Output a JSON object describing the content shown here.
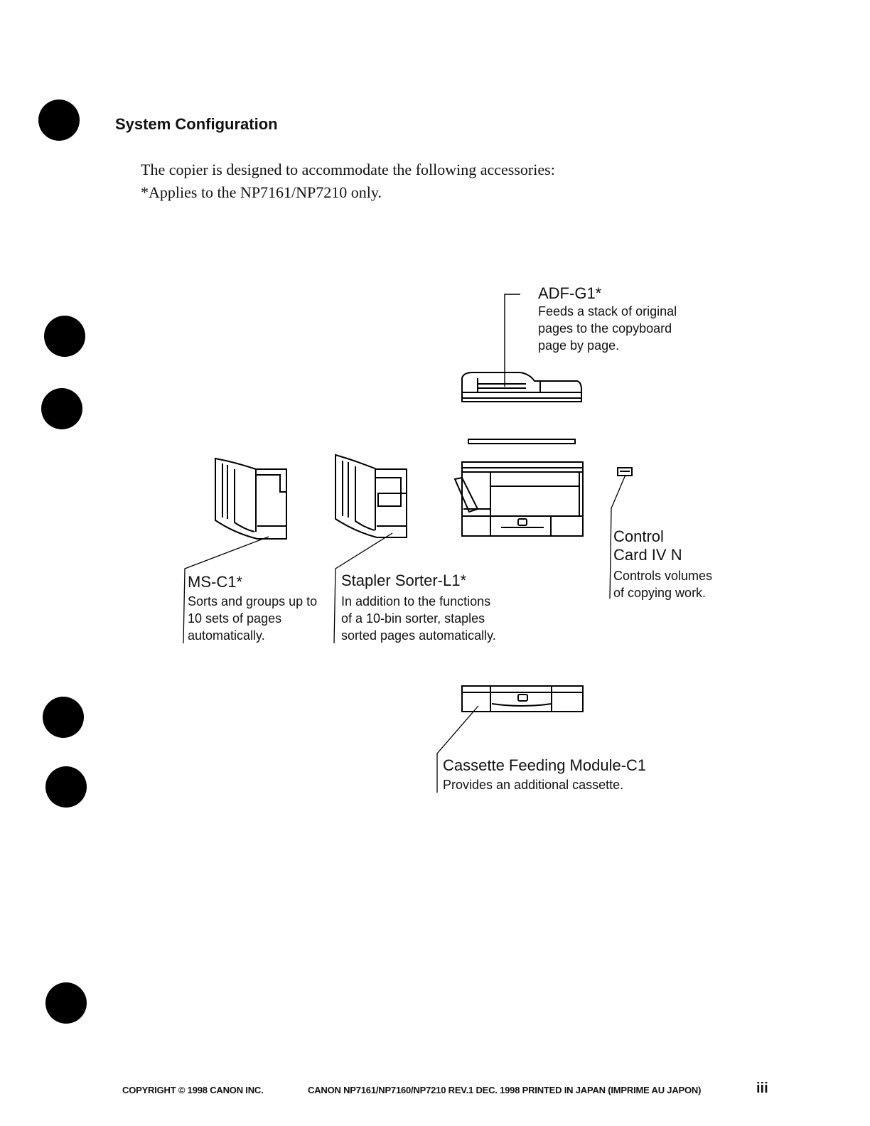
{
  "page": {
    "section_title": "System Configuration",
    "intro_line1": "The copier is designed to accommodate the following accessories:",
    "intro_line2": "*Applies to the NP7161/NP7210 only."
  },
  "components": {
    "adf": {
      "name": "ADF-G1*",
      "desc": [
        "Feeds a stack of original",
        "pages to the copyboard",
        "page by page."
      ]
    },
    "msc1": {
      "name": "MS-C1*",
      "desc": [
        "Sorts and groups up to",
        "10 sets of pages",
        "automatically."
      ]
    },
    "stapler": {
      "name": "Stapler Sorter-L1*",
      "desc": [
        "In addition to the functions",
        "of a 10-bin sorter, staples",
        "sorted pages automatically."
      ]
    },
    "control_card": {
      "name": [
        "Control",
        "Card IV N"
      ],
      "desc": [
        "Controls volumes",
        "of copying work."
      ]
    },
    "cassette": {
      "name": "Cassette Feeding Module-C1",
      "desc": [
        "Provides an additional cassette."
      ]
    }
  },
  "footer": {
    "copyright": "COPYRIGHT © 1998 CANON INC.",
    "edition": "CANON NP7161/NP7160/NP7210 REV.1 DEC. 1998 PRINTED IN JAPAN (IMPRIME AU JAPON)",
    "page_number": "iii"
  }
}
